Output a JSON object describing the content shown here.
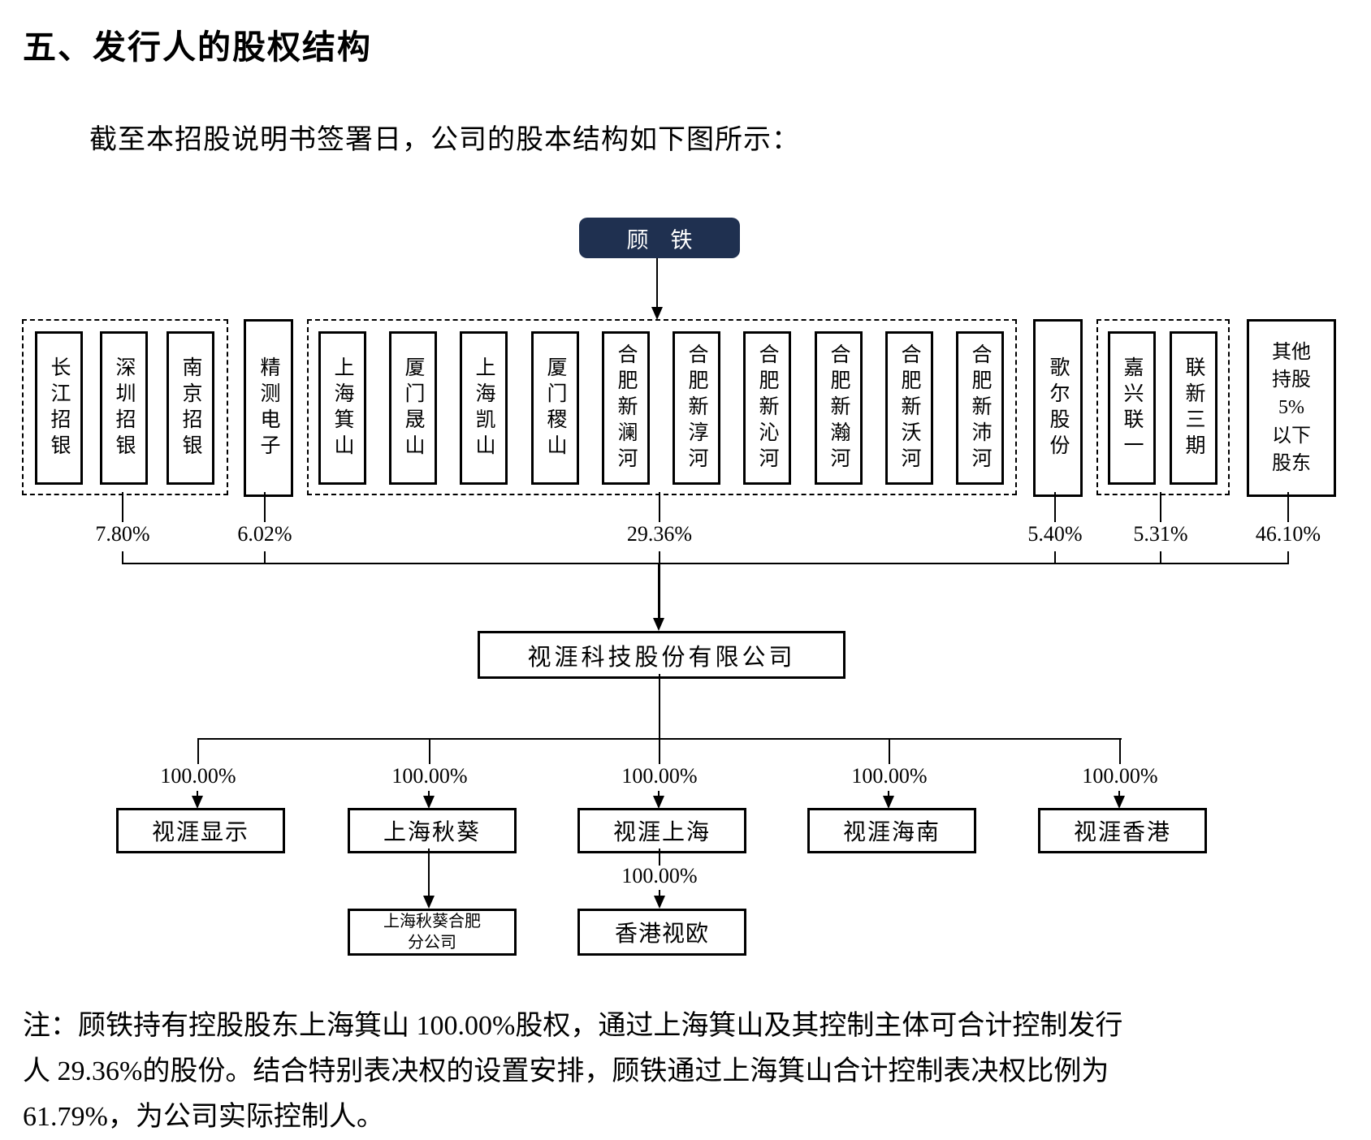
{
  "page": {
    "title": "五、发行人的股权结构",
    "intro": "截至本招股说明书签署日，公司的股本结构如下图所示：",
    "note_lines": [
      "注：顾铁持有控股股东上海箕山 100.00%股权，通过上海箕山及其控制主体可合计控制发行",
      "人 29.36%的股份。结合特别表决权的设置安排，顾铁通过上海箕山合计控制表决权比例为",
      "61.79%，为公司实际控制人。"
    ]
  },
  "chart": {
    "type": "diagram-orgchart",
    "root": "顾　铁",
    "issuer": "视涯科技股份有限公司",
    "colors": {
      "root_bg": "#1f3050",
      "root_text": "#ffffff",
      "line": "#000000"
    },
    "groups": [
      {
        "pct": "7.80%",
        "dashed": true,
        "members": [
          "长江招银",
          "深圳招银",
          "南京招银"
        ]
      },
      {
        "pct": "6.02%",
        "dashed": false,
        "members": [
          "精测电子"
        ]
      },
      {
        "pct": "29.36%",
        "dashed": true,
        "members": [
          "上海箕山",
          "厦门晟山",
          "上海凯山",
          "厦门稷山",
          "合肥新澜河",
          "合肥新淳河",
          "合肥新沁河",
          "合肥新瀚河",
          "合肥新沃河",
          "合肥新沛河"
        ]
      },
      {
        "pct": "5.40%",
        "dashed": false,
        "members": [
          "歌尔股份"
        ]
      },
      {
        "pct": "5.31%",
        "dashed": true,
        "members": [
          "嘉兴联一",
          "联新三期"
        ]
      },
      {
        "pct": "46.10%",
        "dashed": false,
        "members": [
          "其他\n持股\n5%\n以下\n股东"
        ]
      }
    ],
    "subsidiaries": [
      {
        "name": "视涯显示",
        "pct": "100.00%"
      },
      {
        "name": "上海秋葵",
        "pct": "100.00%"
      },
      {
        "name": "视涯上海",
        "pct": "100.00%"
      },
      {
        "name": "视涯海南",
        "pct": "100.00%"
      },
      {
        "name": "视涯香港",
        "pct": "100.00%"
      }
    ],
    "sub_children": [
      {
        "parent": "上海秋葵",
        "name": "上海秋葵合肥\n分公司",
        "pct": ""
      },
      {
        "parent": "视涯上海",
        "name": "香港视欧",
        "pct": "100.00%"
      }
    ]
  }
}
